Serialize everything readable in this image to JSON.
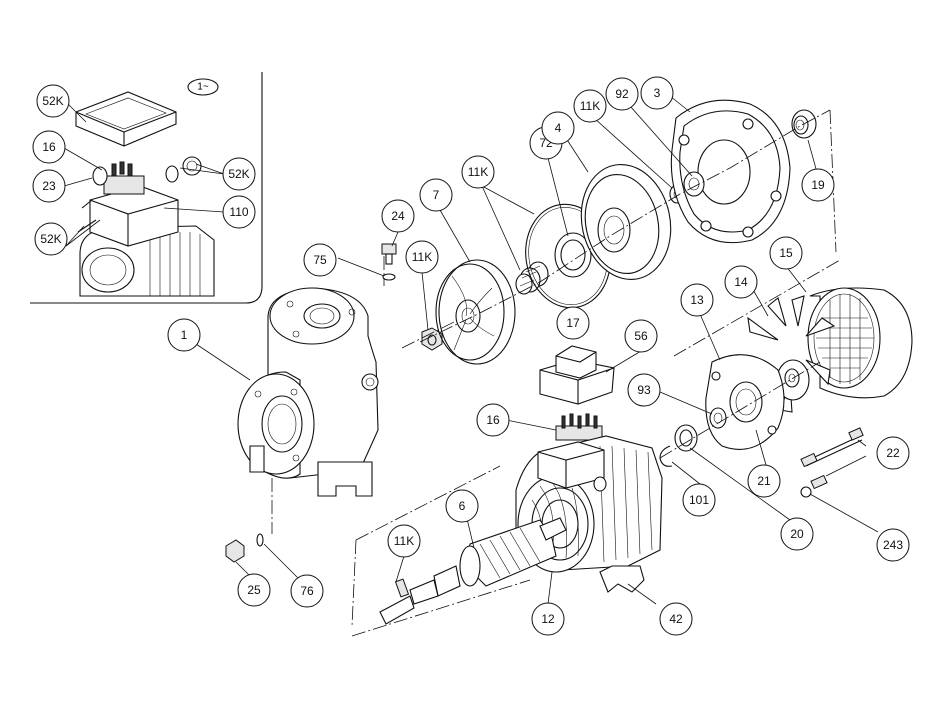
{
  "diagram": {
    "inset_label": "1~",
    "parts": [
      {
        "label": "52K"
      },
      {
        "label": "16"
      },
      {
        "label": "23"
      },
      {
        "label": "52K"
      },
      {
        "label": "110"
      },
      {
        "label": "52K"
      },
      {
        "label": "1"
      },
      {
        "label": "75"
      },
      {
        "label": "24"
      },
      {
        "label": "11K"
      },
      {
        "label": "7"
      },
      {
        "label": "11K"
      },
      {
        "label": "72"
      },
      {
        "label": "4"
      },
      {
        "label": "11K"
      },
      {
        "label": "92"
      },
      {
        "label": "3"
      },
      {
        "label": "19"
      },
      {
        "label": "15"
      },
      {
        "label": "14"
      },
      {
        "label": "13"
      },
      {
        "label": "17"
      },
      {
        "label": "56"
      },
      {
        "label": "93"
      },
      {
        "label": "16"
      },
      {
        "label": "21"
      },
      {
        "label": "22"
      },
      {
        "label": "101"
      },
      {
        "label": "20"
      },
      {
        "label": "243"
      },
      {
        "label": "6"
      },
      {
        "label": "11K"
      },
      {
        "label": "25"
      },
      {
        "label": "76"
      },
      {
        "label": "12"
      },
      {
        "label": "42"
      }
    ]
  }
}
